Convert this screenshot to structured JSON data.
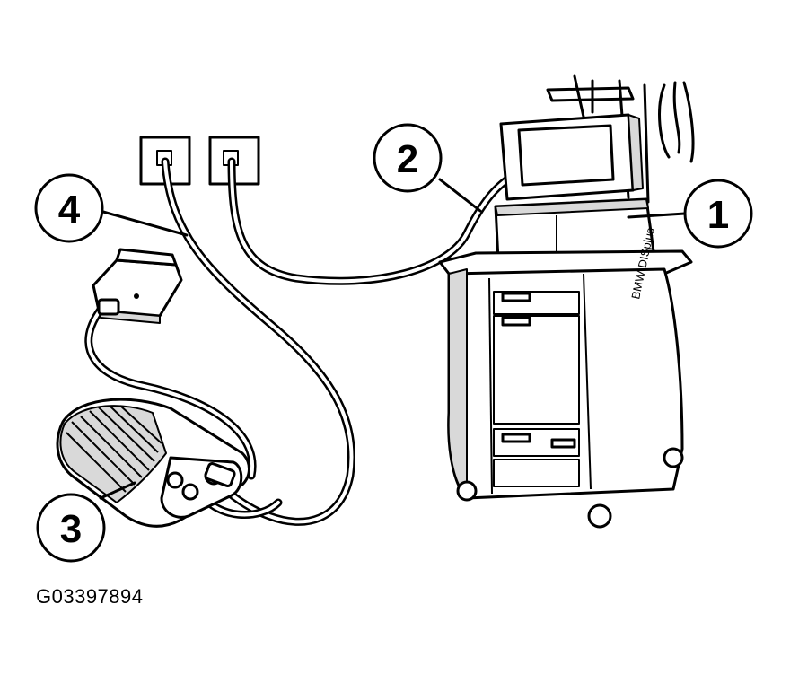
{
  "figure_id": "G03397894",
  "callouts": [
    {
      "number": "1"
    },
    {
      "number": "2"
    },
    {
      "number": "3"
    },
    {
      "number": "4"
    }
  ],
  "cart_brand": "BMW DISplus"
}
